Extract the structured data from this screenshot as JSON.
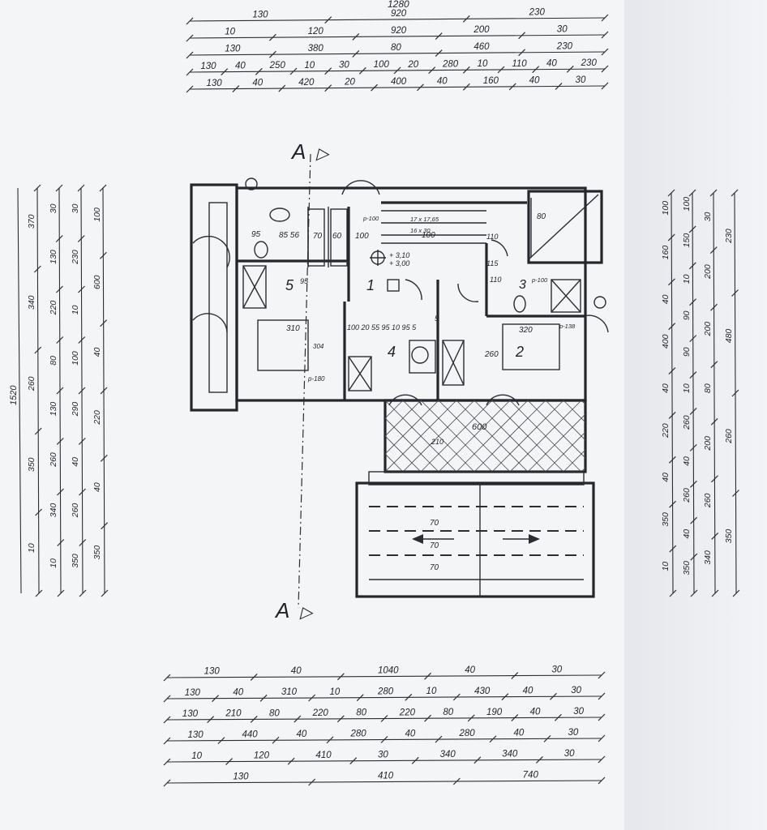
{
  "section_marks": {
    "letter": "A",
    "arrow": "▷"
  },
  "top_dimensions": {
    "overall": "1280",
    "rows": [
      [
        "130",
        "920",
        "230"
      ],
      [
        "10",
        "120",
        "920",
        "200",
        "30"
      ],
      [
        "130",
        "380",
        "80",
        "460",
        "230"
      ],
      [
        "130",
        "40",
        "250",
        "10",
        "30",
        "100",
        "20",
        "280",
        "10",
        "110",
        "40",
        "230"
      ],
      [
        "130",
        "40",
        "420",
        "20",
        "400",
        "40",
        "160",
        "40",
        "30"
      ]
    ]
  },
  "bottom_dimensions": {
    "rows": [
      [
        "130",
        "40",
        "1040",
        "40",
        "30"
      ],
      [
        "130",
        "40",
        "310",
        "10",
        "280",
        "10",
        "430",
        "40",
        "30"
      ],
      [
        "130",
        "210",
        "80",
        "220",
        "80",
        "220",
        "80",
        "190",
        "40",
        "30"
      ],
      [
        "130",
        "440",
        "40",
        "280",
        "40",
        "280",
        "40",
        "30"
      ],
      [
        "10",
        "120",
        "410",
        "30",
        "340",
        "340",
        "30"
      ],
      [
        "130",
        "410",
        "740"
      ]
    ]
  },
  "left_dimensions": {
    "overall": "1520",
    "columns": [
      [
        "370",
        "340",
        "260",
        "350",
        "10"
      ],
      [
        "30",
        "130",
        "220",
        "80",
        "130",
        "260",
        "340",
        "10"
      ],
      [
        "30",
        "230",
        "10",
        "100",
        "290",
        "40",
        "260",
        "350"
      ],
      [
        "100",
        "600",
        "40",
        "220",
        "40",
        "350"
      ]
    ]
  },
  "right_dimensions": {
    "columns": [
      [
        "100",
        "160",
        "40",
        "400",
        "40",
        "220",
        "40",
        "350",
        "10"
      ],
      [
        "100",
        "150",
        "10",
        "90",
        "90",
        "10",
        "260",
        "40",
        "260",
        "40",
        "350"
      ],
      [
        "30",
        "200",
        "200",
        "80",
        "200",
        "260",
        "340"
      ],
      [
        "230",
        "480",
        "260",
        "350"
      ]
    ]
  },
  "rooms": [
    {
      "number": "1"
    },
    {
      "number": "2"
    },
    {
      "number": "3"
    },
    {
      "number": "4"
    },
    {
      "number": "5"
    }
  ],
  "plan_labels": {
    "stair_steps": "17 x 17,65",
    "stair_run": "16 x 30",
    "stair_width": "100",
    "level_upper": "+ 3,10",
    "level_lower": "+ 3,00",
    "terrace_width": "600",
    "kitchen_small": "95",
    "kitchen_mid": "85",
    "kitchen_85_56": "85 56",
    "fridge": "70",
    "sink": "60",
    "hall_width": "100",
    "room5_bed": "310",
    "room5_depth": "304",
    "room5_door": "p-180",
    "hall_dims": "100 20 55 95 10 95 5",
    "room4_height": "260",
    "room2_bed": "320",
    "room2_door": "p-138",
    "bath_door": "p-100",
    "bath_w": "110",
    "top_door": "p-100",
    "stair_right": "110",
    "rooftop_80": "80",
    "kitchen_95": "95",
    "room3_115": "115",
    "terrace_70": "70",
    "terrace_70b": "70",
    "terrace_70c": "70",
    "terrace_210": "210",
    "small_5": "5",
    "room5_door_95": "95"
  }
}
